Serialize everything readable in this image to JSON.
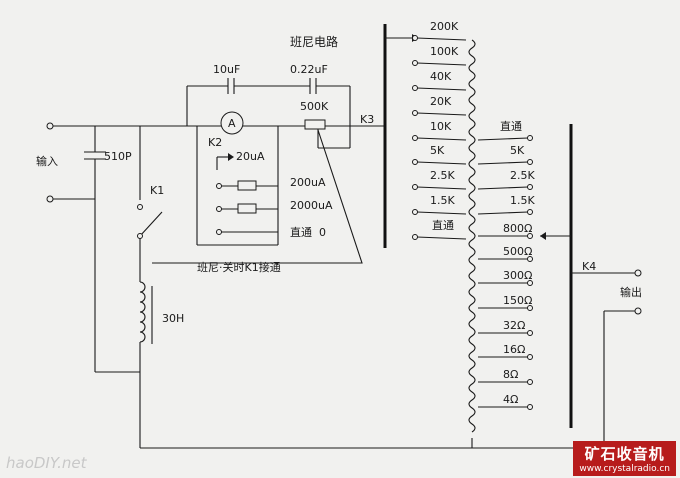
{
  "title": "班尼电路",
  "input_label": "输入",
  "output_label": "输出",
  "cap1": "510P",
  "cap2": "10uF",
  "cap3": "0.22uF",
  "pot": "500K",
  "meter": "A",
  "inductor": "30H",
  "k1": "K1",
  "k2": "K2",
  "k3": "K3",
  "k4": "K4",
  "note": "班尼·关时K1接通",
  "k2_opts": [
    "20uA",
    "200uA",
    "2000uA",
    "直通  0"
  ],
  "k3_opts": [
    "200K",
    "100K",
    "40K",
    "20K",
    "10K",
    "5K",
    "2.5K",
    "1.5K",
    "直通"
  ],
  "k3_right": [
    "直通",
    "5K",
    "2.5K",
    "1.5K"
  ],
  "k4_opts": [
    "800Ω",
    "500Ω",
    "300Ω",
    "150Ω",
    "32Ω",
    "16Ω",
    "8Ω",
    "4Ω"
  ],
  "watermark": "haoDIY.net",
  "brand": {
    "name": "矿石收音机",
    "url": "www.crystalradio.cn"
  }
}
